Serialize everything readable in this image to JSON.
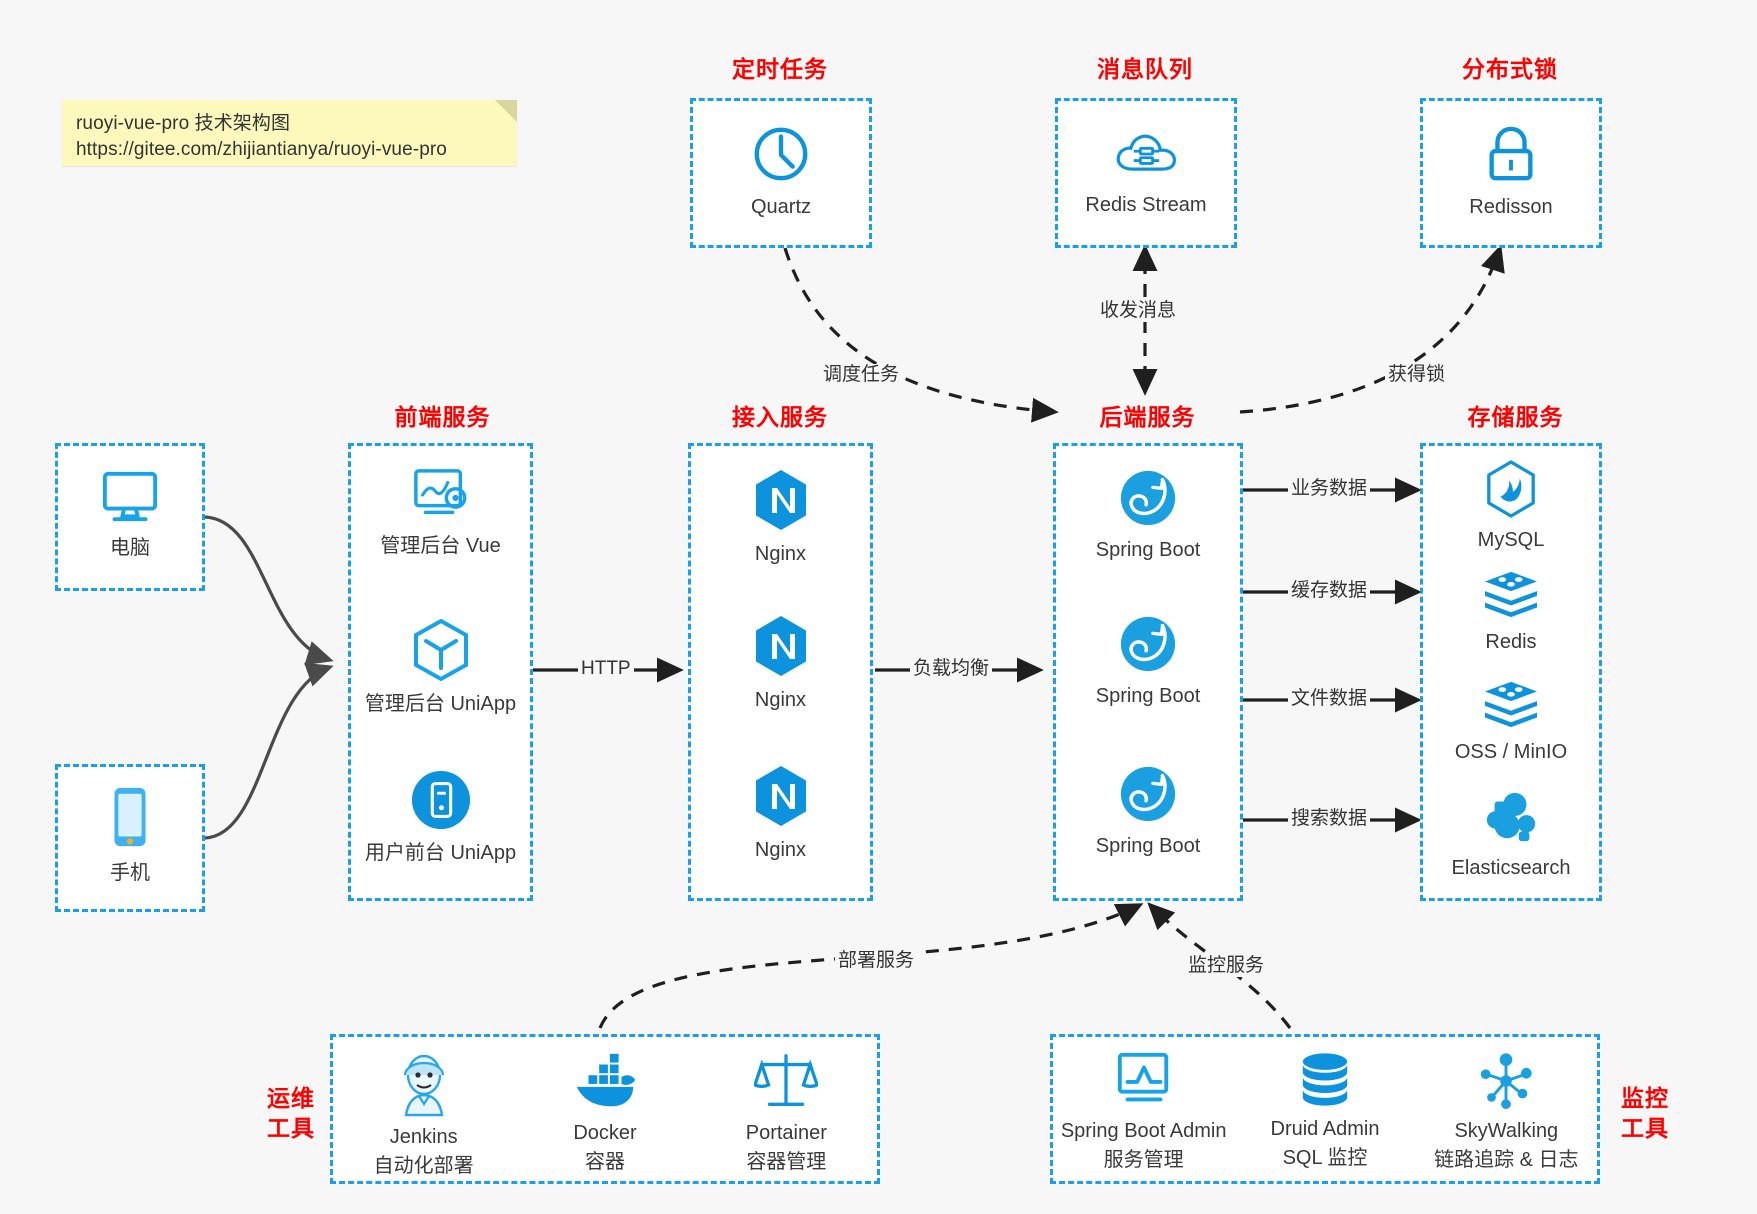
{
  "note": {
    "line1": "ruoyi-vue-pro 技术架构图",
    "line2": "https://gitee.com/zhijiantianya/ruoyi-vue-pro"
  },
  "groups": {
    "scheduler": {
      "title": "定时任务",
      "nodes": [
        {
          "icon": "clock-icon",
          "label": "Quartz"
        }
      ]
    },
    "mq": {
      "title": "消息队列",
      "nodes": [
        {
          "icon": "cloud-stream-icon",
          "label": "Redis Stream"
        }
      ]
    },
    "lock": {
      "title": "分布式锁",
      "nodes": [
        {
          "icon": "lock-icon",
          "label": "Redisson"
        }
      ]
    },
    "pc": {
      "title": "",
      "nodes": [
        {
          "icon": "desktop-icon",
          "label": "电脑"
        }
      ]
    },
    "mobile": {
      "title": "",
      "nodes": [
        {
          "icon": "phone-icon",
          "label": "手机"
        }
      ]
    },
    "frontend": {
      "title": "前端服务",
      "nodes": [
        {
          "icon": "dashboard-gear-icon",
          "label": "管理后台 Vue"
        },
        {
          "icon": "cube-icon",
          "label": "管理后台 UniApp"
        },
        {
          "icon": "mobile-circle-icon",
          "label": "用户前台 UniApp"
        }
      ]
    },
    "gateway": {
      "title": "接入服务",
      "nodes": [
        {
          "icon": "nginx-icon",
          "label": "Nginx"
        },
        {
          "icon": "nginx-icon",
          "label": "Nginx"
        },
        {
          "icon": "nginx-icon",
          "label": "Nginx"
        }
      ]
    },
    "backend": {
      "title": "后端服务",
      "nodes": [
        {
          "icon": "spring-icon",
          "label": "Spring Boot"
        },
        {
          "icon": "spring-icon",
          "label": "Spring Boot"
        },
        {
          "icon": "spring-icon",
          "label": "Spring Boot"
        }
      ]
    },
    "storage": {
      "title": "存储服务",
      "nodes": [
        {
          "icon": "mysql-icon",
          "label": "MySQL"
        },
        {
          "icon": "redis-icon",
          "label": "Redis"
        },
        {
          "icon": "oss-icon",
          "label": "OSS / MinIO"
        },
        {
          "icon": "elasticsearch-icon",
          "label": "Elasticsearch"
        }
      ]
    },
    "ops": {
      "title": "运维\n工具",
      "title_line1": "运维",
      "title_line2": "工具",
      "nodes": [
        {
          "icon": "jenkins-icon",
          "label": "Jenkins",
          "sub": "自动化部署"
        },
        {
          "icon": "docker-icon",
          "label": "Docker",
          "sub": "容器"
        },
        {
          "icon": "portainer-icon",
          "label": "Portainer",
          "sub": "容器管理"
        }
      ]
    },
    "monitor": {
      "title": "监控\n工具",
      "title_line1": "监控",
      "title_line2": "工具",
      "nodes": [
        {
          "icon": "monitor-chart-icon",
          "label": "Spring Boot Admin",
          "sub": "服务管理"
        },
        {
          "icon": "database-icon",
          "label": "Druid Admin",
          "sub": "SQL 监控"
        },
        {
          "icon": "skywalking-icon",
          "label": "SkyWalking",
          "sub": "链路追踪 & 日志"
        }
      ]
    }
  },
  "edges": {
    "http": "HTTP",
    "load_balance": "负载均衡",
    "schedule_task": "调度任务",
    "send_recv_message": "收发消息",
    "acquire_lock": "获得锁",
    "business_data": "业务数据",
    "cache_data": "缓存数据",
    "file_data": "文件数据",
    "search_data": "搜索数据",
    "deploy_service": "部署服务",
    "monitor_service": "监控服务"
  },
  "colors": {
    "accent_blue": "#1a9ff0",
    "icon_blue": "#0d93dd",
    "title_red": "#ff0000",
    "note_yellow": "#fdf9bd",
    "background": "#f7f7f7",
    "edge_dark": "#1f1f1f"
  }
}
